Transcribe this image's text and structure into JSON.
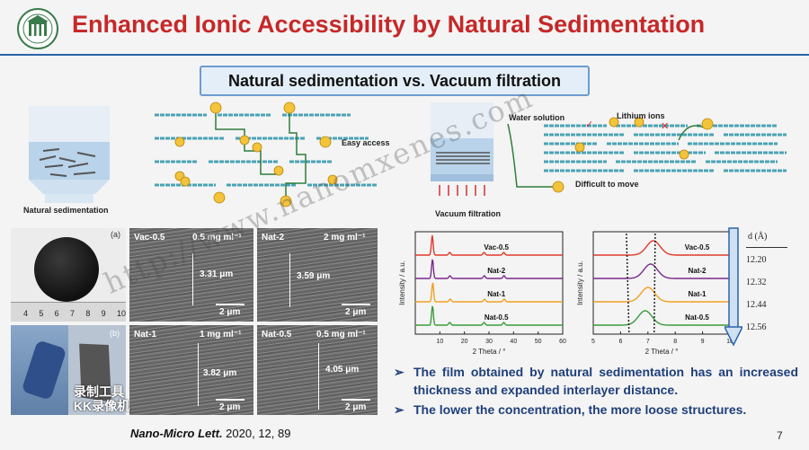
{
  "title": "Enhanced Ionic Accessibility by Natural Sedimentation",
  "subtitle": "Natural sedimentation  vs. Vacuum filtration",
  "schematic_left": {
    "caption": "Natural sedimentation",
    "callout": "Easy access"
  },
  "schematic_right": {
    "water_label": "Water solution",
    "lithium_label": "Lithium ions",
    "difficult_label": "Difficult to move",
    "vacuum_label": "Vacuum filtration"
  },
  "photos": {
    "a_label": "(a)",
    "b_label": "(b)",
    "ruler_numbers": [
      "4",
      "5",
      "6",
      "7",
      "8",
      "9",
      "10"
    ]
  },
  "sem_panels": [
    {
      "name": "Vac-0.5",
      "conc": "0.5 mg ml⁻¹",
      "thickness": "3.31 μm",
      "scale": "2 μm"
    },
    {
      "name": "Nat-2",
      "conc": "2 mg ml⁻¹",
      "thickness": "3.59 μm",
      "scale": "2 μm"
    },
    {
      "name": "Nat-1",
      "conc": "1 mg ml⁻¹",
      "thickness": "3.82 μm",
      "scale": "2 μm"
    },
    {
      "name": "Nat-0.5",
      "conc": "0.5 mg ml⁻¹",
      "thickness": "4.05 μm",
      "scale": "2 μm"
    }
  ],
  "chart_data": [
    {
      "type": "line",
      "xlabel": "2 Theta / °",
      "ylabel": "Intensity / a.u.",
      "xlim": [
        0,
        60
      ],
      "x_ticks": [
        "10",
        "20",
        "30",
        "40",
        "50",
        "60"
      ],
      "series": [
        {
          "name": "Vac-0.5",
          "color": "#e0392b",
          "peaks": [
            6.9,
            14.0,
            28.0,
            36.0
          ]
        },
        {
          "name": "Nat-2",
          "color": "#7b2a8e",
          "peaks": [
            7.0,
            14.1,
            28.1,
            36.1
          ]
        },
        {
          "name": "Nat-1",
          "color": "#f0a020",
          "peaks": [
            7.1,
            14.2,
            28.2,
            36.2
          ]
        },
        {
          "name": "Nat-0.5",
          "color": "#3a9b3a",
          "peaks": [
            7.0,
            14.0,
            28.0,
            36.0
          ]
        }
      ]
    },
    {
      "type": "line",
      "xlabel": "2 Theta / °",
      "ylabel": "Intensity / a.u.",
      "xlim": [
        5,
        10
      ],
      "x_ticks": [
        "5",
        "6",
        "7",
        "8",
        "9",
        "10"
      ],
      "series": [
        {
          "name": "Vac-0.5",
          "color": "#e0392b",
          "peak_2theta": 7.2
        },
        {
          "name": "Nat-2",
          "color": "#7b2a8e",
          "peak_2theta": 7.1
        },
        {
          "name": "Nat-1",
          "color": "#f0a020",
          "peak_2theta": 7.0
        },
        {
          "name": "Nat-0.5",
          "color": "#3a9b3a",
          "peak_2theta": 6.9
        }
      ]
    }
  ],
  "d_table": {
    "header": "d (Å)",
    "values": [
      "12.20",
      "12.32",
      "12.44",
      "12.56"
    ]
  },
  "bullets": [
    "The film obtained by natural sedimentation has an increased thickness and expanded interlayer distance.",
    "The lower the concentration, the more loose structures."
  ],
  "reference": {
    "journal": "Nano-Micro Lett.",
    "rest": " 2020, 12, 89"
  },
  "page_number": "7",
  "watermarks": {
    "url": "http://www.nanomxenes.com",
    "overlay": "录制工具 KK录像机"
  }
}
